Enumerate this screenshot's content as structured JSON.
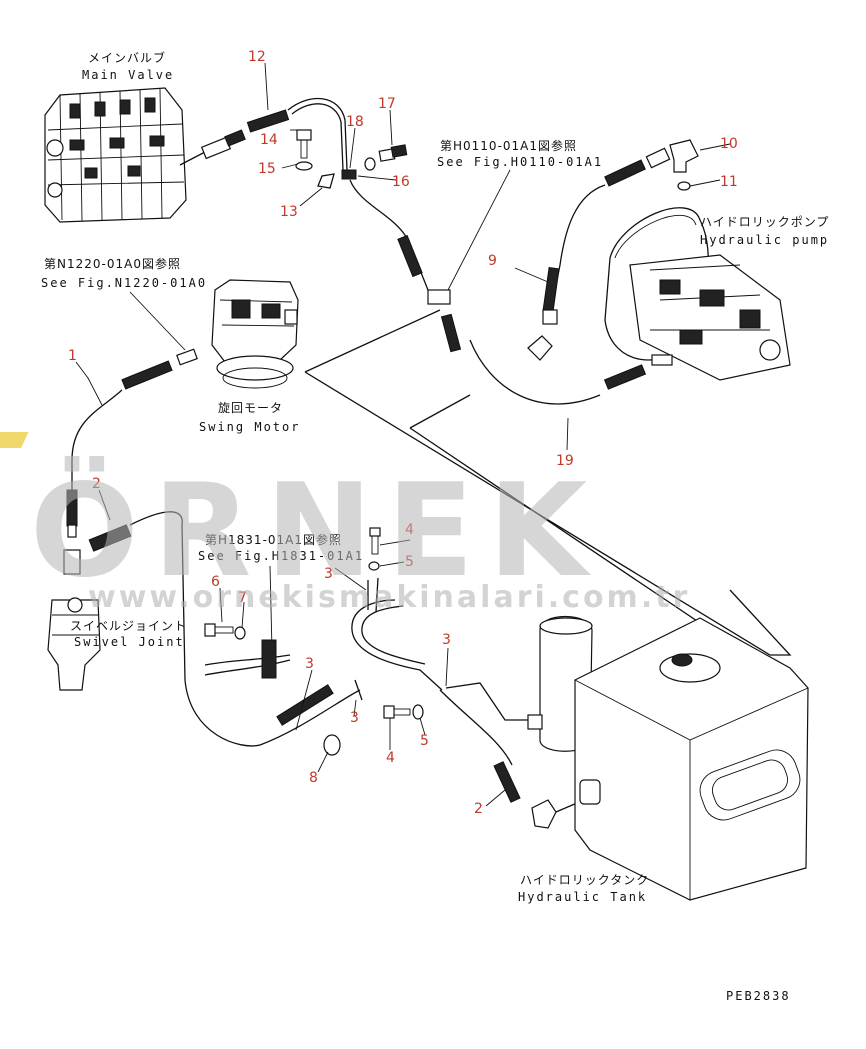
{
  "components": {
    "main_valve": {
      "jp": "メインバルブ",
      "en": "Main Valve"
    },
    "swing_motor": {
      "jp": "旋回モータ",
      "en": "Swing Motor"
    },
    "swivel_joint": {
      "jp": "スイベルジョイント",
      "en": "Swivel Joint"
    },
    "hydraulic_pump": {
      "jp": "ハイドロリックポンプ",
      "en": "Hydraulic pump"
    },
    "hydraulic_tank": {
      "jp": "ハイドロリックタンク",
      "en": "Hydraulic Tank"
    }
  },
  "references": {
    "h0110": {
      "jp": "第H0110-01A1図参照",
      "en": "See Fig.H0110-01A1"
    },
    "n1220": {
      "jp": "第N1220-01A0図参照",
      "en": "See Fig.N1220-01A0"
    },
    "h1831": {
      "jp": "第H1831-01A1図参照",
      "en": "See Fig.H1831-01A1"
    }
  },
  "callouts": {
    "c1": "1",
    "c2a": "2",
    "c2b": "2",
    "c3a": "3",
    "c3b": "3",
    "c3c": "3",
    "c3d": "3",
    "c4a": "4",
    "c4b": "4",
    "c5a": "5",
    "c5b": "5",
    "c6": "6",
    "c7": "7",
    "c8": "8",
    "c9": "9",
    "c10": "10",
    "c11": "11",
    "c12": "12",
    "c13": "13",
    "c14": "14",
    "c15": "15",
    "c16": "16",
    "c17": "17",
    "c18": "18",
    "c19": "19"
  },
  "drawing_code": "PEB2838",
  "watermark": {
    "brand": "ÖRNEK",
    "url": "www.ornekismakinalari.com.tr",
    "accent_color": "#e8c93a"
  }
}
